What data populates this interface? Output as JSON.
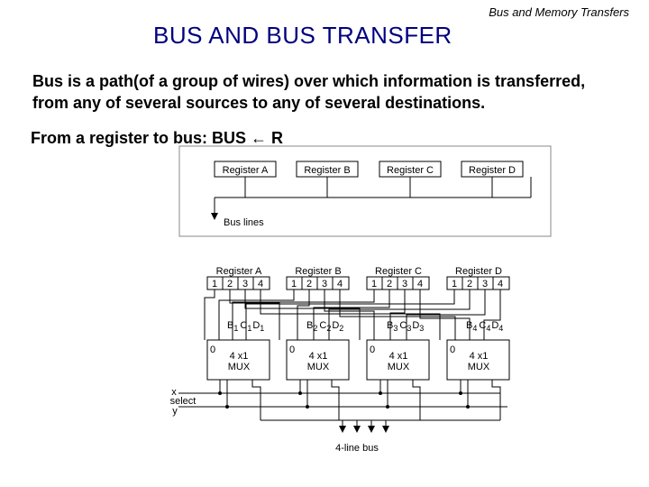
{
  "header": {
    "section": "Bus and Memory Transfers"
  },
  "title": "BUS AND BUS TRANSFER",
  "intro": {
    "line1": "Bus is a path(of a group of wires) over which information is transferred,",
    "line2": "from any of several sources to any of several destinations."
  },
  "subheading": "From a register to bus: BUS ← R",
  "top_diagram": {
    "registers": [
      "Register A",
      "Register B",
      "Register C",
      "Register D"
    ],
    "bus_label": "Bus lines"
  },
  "bottom_diagram": {
    "registers": [
      "Register A",
      "Register B",
      "Register C",
      "Register D"
    ],
    "bits": [
      "1",
      "2",
      "3",
      "4"
    ],
    "mux_groups": [
      {
        "l1": "B",
        "s1": "1",
        "l2": "C",
        "s2": "1",
        "l3": "D",
        "s3": "1"
      },
      {
        "l1": "B",
        "s1": "2",
        "l2": "C",
        "s2": "2",
        "l3": "D",
        "s3": "2"
      },
      {
        "l1": "B",
        "s1": "3",
        "l2": "C",
        "s2": "3",
        "l3": "D",
        "s3": "3"
      },
      {
        "l1": "B",
        "s1": "4",
        "l2": "C",
        "s2": "4",
        "l3": "D",
        "s3": "4"
      }
    ],
    "mux_zero": "0",
    "mux_line1": "4 x1",
    "mux_line2": "MUX",
    "select_x": "x",
    "select_label": "select",
    "select_y": "y",
    "output_label": "4-line bus"
  }
}
